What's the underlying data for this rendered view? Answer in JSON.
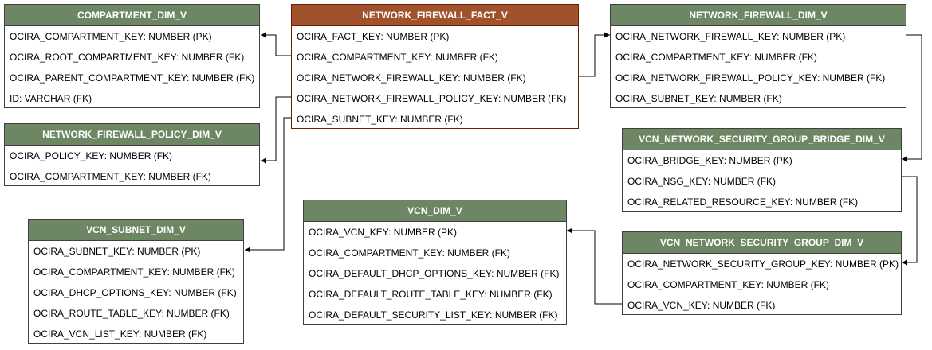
{
  "colors": {
    "dim_header": "#6d8764",
    "fact_header": "#a0522d",
    "fact_border": "#6d1f00",
    "dim_border": "#3f3f3f",
    "connector": "#000000"
  },
  "entities": {
    "compartment_dim": {
      "title": "COMPARTMENT_DIM_V",
      "rows": [
        "OCIRA_COMPARTMENT_KEY: NUMBER (PK)",
        "OCIRA_ROOT_COMPARTMENT_KEY: NUMBER (FK)",
        "OCIRA_PARENT_COMPARTMENT_KEY: NUMBER (FK)",
        "ID: VARCHAR (FK)"
      ]
    },
    "network_firewall_fact": {
      "title": "NETWORK_FIREWALL_FACT_V",
      "rows": [
        "OCIRA_FACT_KEY: NUMBER (PK)",
        "OCIRA_COMPARTMENT_KEY: NUMBER (FK)",
        "OCIRA_NETWORK_FIREWALL_KEY: NUMBER (FK)",
        "OCIRA_NETWORK_FIREWALL_POLICY_KEY: NUMBER (FK)",
        "OCIRA_SUBNET_KEY: NUMBER (FK)"
      ]
    },
    "network_firewall_dim": {
      "title": "NETWORK_FIREWALL_DIM_V",
      "rows": [
        "OCIRA_NETWORK_FIREWALL_KEY: NUMBER (PK)",
        "OCIRA_COMPARTMENT_KEY: NUMBER (FK)",
        "OCIRA_NETWORK_FIREWALL_POLICY_KEY: NUMBER (FK)",
        "OCIRA_SUBNET_KEY: NUMBER (FK)"
      ]
    },
    "network_firewall_policy_dim": {
      "title": "NETWORK_FIREWALL_POLICY_DIM_V",
      "rows": [
        "OCIRA_POLICY_KEY: NUMBER (FK)",
        "OCIRA_COMPARTMENT_KEY: NUMBER (FK)"
      ]
    },
    "vcn_nsg_bridge_dim": {
      "title": "VCN_NETWORK_SECURITY_GROUP_BRIDGE_DIM_V",
      "rows": [
        "OCIRA_BRIDGE_KEY: NUMBER (PK)",
        "OCIRA_NSG_KEY: NUMBER (FK)",
        "OCIRA_RELATED_RESOURCE_KEY: NUMBER (FK)"
      ]
    },
    "vcn_subnet_dim": {
      "title": "VCN_SUBNET_DIM_V",
      "rows": [
        "OCIRA_SUBNET_KEY: NUMBER (PK)",
        "OCIRA_COMPARTMENT_KEY: NUMBER (FK)",
        "OCIRA_DHCP_OPTIONS_KEY: NUMBER (FK)",
        "OCIRA_ROUTE_TABLE_KEY: NUMBER (FK)",
        "OCIRA_VCN_LIST_KEY: NUMBER (FK)"
      ]
    },
    "vcn_dim": {
      "title": "VCN_DIM_V",
      "rows": [
        "OCIRA_VCN_KEY: NUMBER (PK)",
        "OCIRA_COMPARTMENT_KEY: NUMBER (FK)",
        "OCIRA_DEFAULT_DHCP_OPTIONS_KEY: NUMBER (FK)",
        "OCIRA_DEFAULT_ROUTE_TABLE_KEY: NUMBER (FK)",
        "OCIRA_DEFAULT_SECURITY_LIST_KEY: NUMBER (FK)"
      ]
    },
    "vcn_nsg_dim": {
      "title": "VCN_NETWORK_SECURITY_GROUP_DIM_V",
      "rows": [
        "OCIRA_NETWORK_SECURITY_GROUP_KEY: NUMBER (PK)",
        "OCIRA_COMPARTMENT_KEY: NUMBER (FK)",
        "OCIRA_VCN_KEY: NUMBER (FK)"
      ]
    }
  }
}
